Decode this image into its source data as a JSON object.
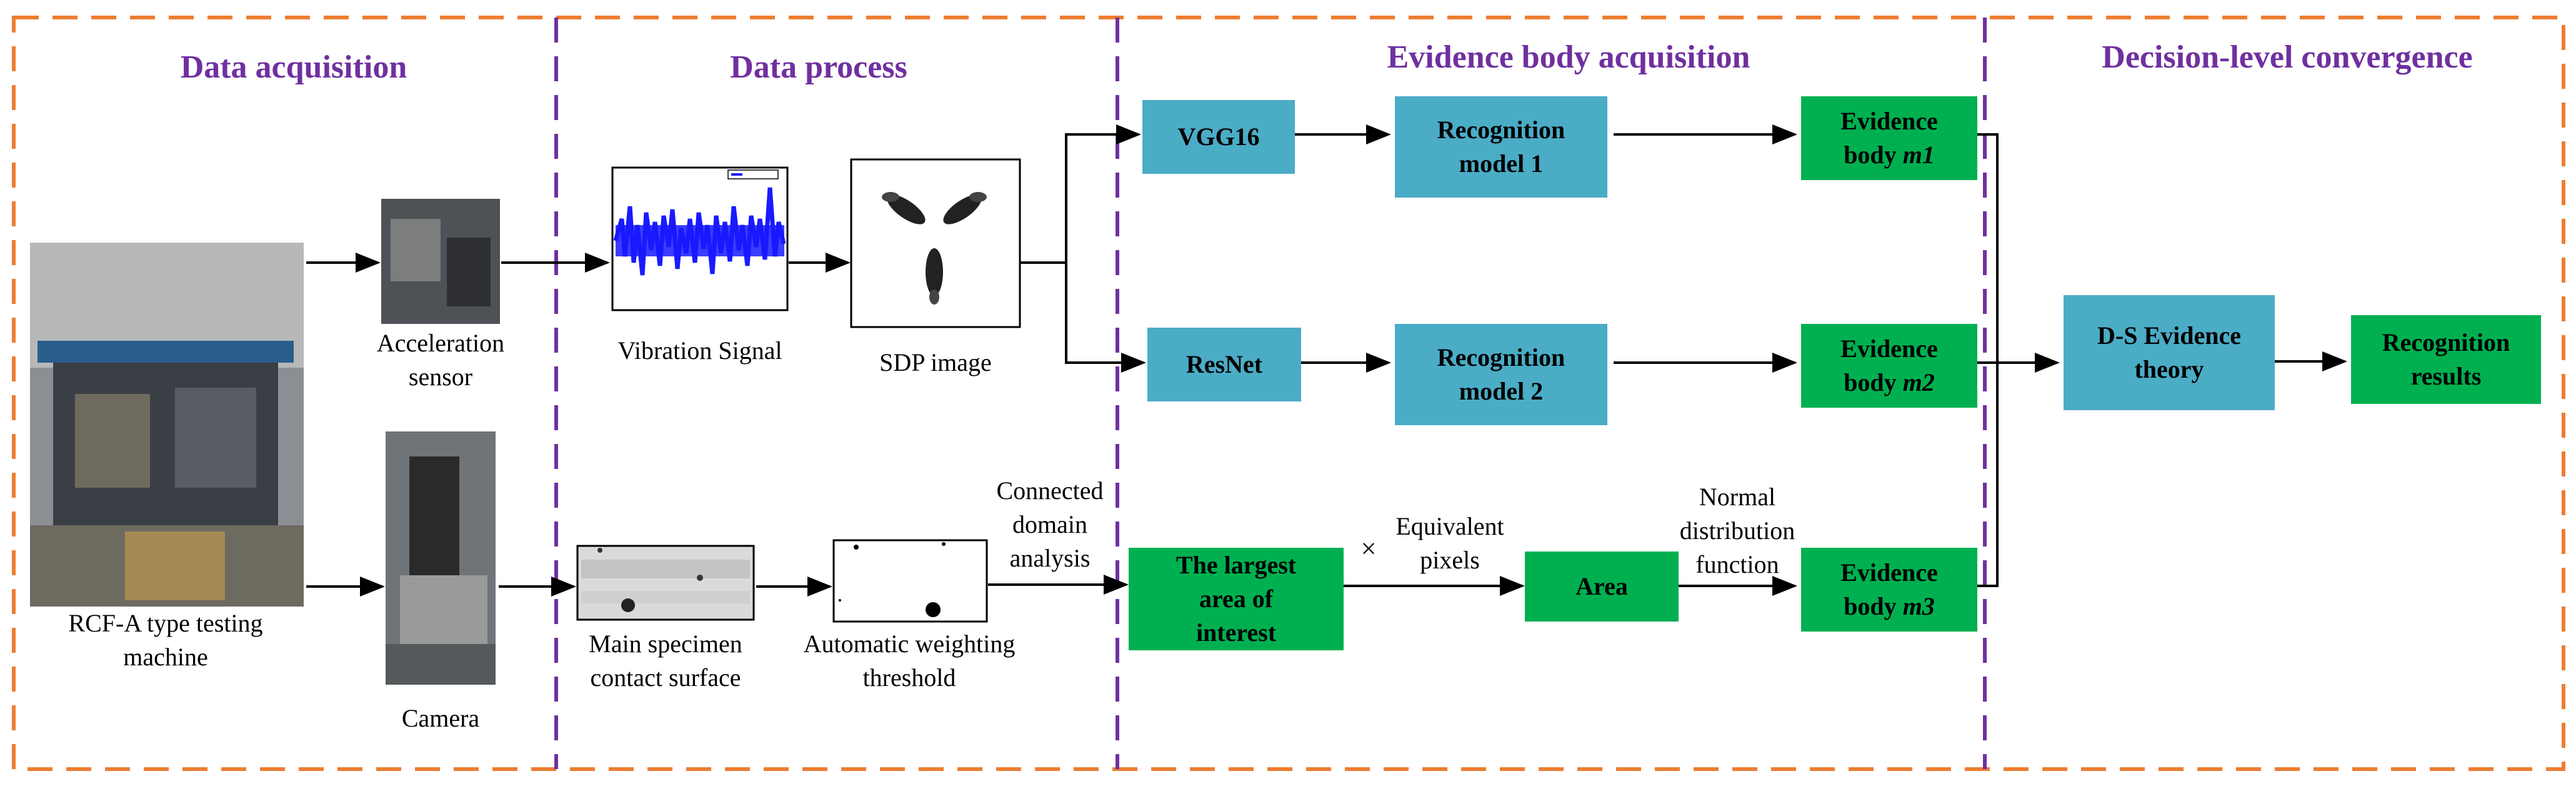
{
  "sections": {
    "acquisition": "Data acquisition",
    "process": "Data process",
    "evidence": "Evidence body acquisition",
    "decision": "Decision-level convergence"
  },
  "labels": {
    "machine": "RCF-A type testing machine",
    "accel": "Acceleration sensor",
    "camera": "Camera",
    "vibration": "Vibration Signal",
    "sdp": "SDP image",
    "surface": "Main specimen contact surface",
    "threshold": "Automatic weighting threshold",
    "connected": "Connected domain analysis",
    "times": "×",
    "equiv": "Equivalent pixels",
    "normal": "Normal distribution function"
  },
  "boxes": {
    "vgg": "VGG16",
    "resnet": "ResNet",
    "rec1": "Recognition model 1",
    "rec2": "Recognition model 2",
    "largest": "The largest area of interest",
    "area": "Area",
    "ev1_prefix": "Evidence body ",
    "ev1_mass": "m1",
    "ev2_prefix": "Evidence body ",
    "ev2_mass": "m2",
    "ev3_prefix": "Evidence body ",
    "ev3_mass": "m3",
    "ds": "D-S Evidence theory",
    "results": "Recognition results"
  },
  "colors": {
    "orange_dash": "#ed7d31",
    "purple_dash": "#7030a0",
    "blue_box": "#4bacc6",
    "green_box": "#00b050"
  }
}
